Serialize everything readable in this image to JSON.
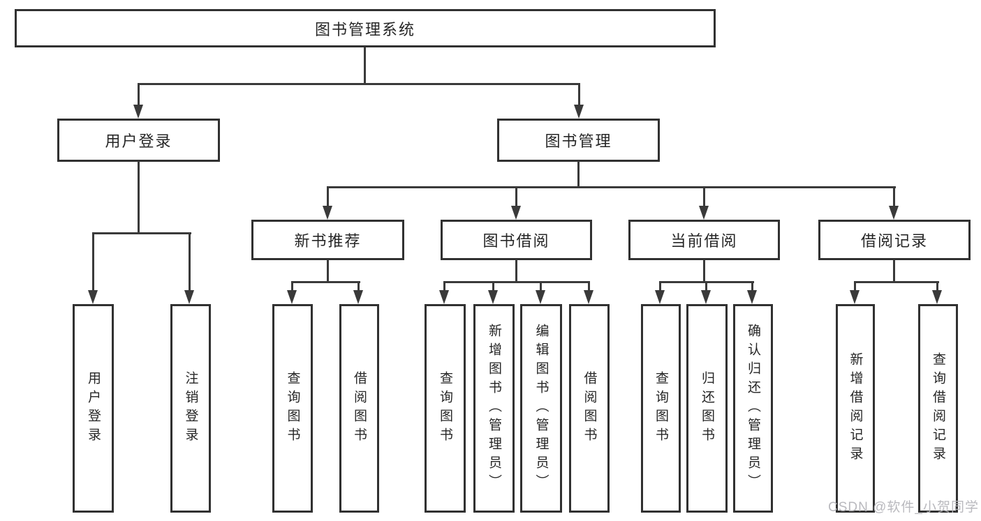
{
  "tree": {
    "root_label": "图书管理系统",
    "level2": [
      {
        "label": "用户登录"
      },
      {
        "label": "图书管理"
      }
    ],
    "level3": [
      {
        "label": "新书推荐"
      },
      {
        "label": "图书借阅"
      },
      {
        "label": "当前借阅"
      },
      {
        "label": "借阅记录"
      }
    ],
    "leaves_user_login": [
      {
        "label": "用户登录"
      },
      {
        "label": "注销登录"
      }
    ],
    "leaves_new_book": [
      {
        "label": "查询图书"
      },
      {
        "label": "借阅图书"
      }
    ],
    "leaves_book_borrow": [
      {
        "label": "查询图书"
      },
      {
        "label": "新增图书（管理员）"
      },
      {
        "label": "编辑图书（管理员）"
      },
      {
        "label": "借阅图书"
      }
    ],
    "leaves_current_borrow": [
      {
        "label": "查询图书"
      },
      {
        "label": "归还图书"
      },
      {
        "label": "确认归还（管理员）"
      }
    ],
    "leaves_borrow_record": [
      {
        "label": "新增借阅记录"
      },
      {
        "label": "查询借阅记录"
      }
    ]
  },
  "watermark": {
    "text": "CSDN @软件_小贺同学"
  },
  "colors": {
    "line": "#3a3a3a",
    "border": "#313131",
    "text": "#262626",
    "background": "#ffffff",
    "watermark": "#b6b6bb"
  }
}
